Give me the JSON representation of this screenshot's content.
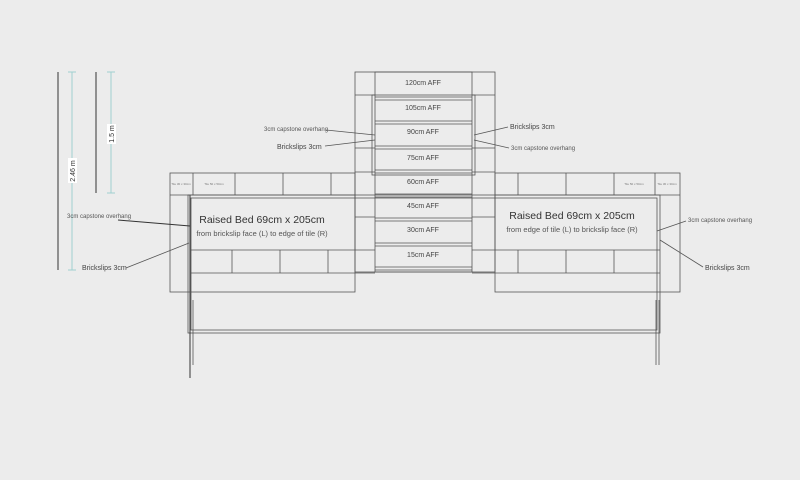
{
  "steps": [
    "120cm AFF",
    "105cm AFF",
    "90cm AFF",
    "75cm AFF",
    "60cm AFF",
    "45cm AFF",
    "30cm AFF",
    "15cm AFF"
  ],
  "beds": {
    "left": {
      "title": "Raised Bed 69cm x 205cm",
      "subtitle": "from brickslip face (L) to edge of tile (R)"
    },
    "right": {
      "title": "Raised Bed 69cm x 205cm",
      "subtitle": "from edge of tile (L) to brickslip face (R)"
    }
  },
  "annotations": {
    "capstone": "3cm capstone overhang",
    "brickslips": "Brickslips 3cm"
  },
  "dimensions": {
    "total": "2.46 m",
    "partial": "1.5 m"
  },
  "tiles": {
    "small": "Tile 30 x 30cm",
    "large": "Tile 50 x 50cm"
  }
}
